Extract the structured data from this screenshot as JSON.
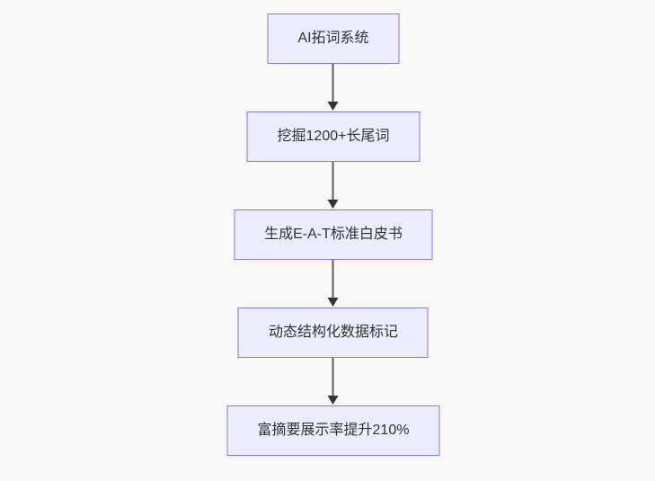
{
  "diagram": {
    "type": "flowchart",
    "direction": "top-down",
    "nodes": [
      {
        "label": "AI拓词系统"
      },
      {
        "label": "挖掘1200+长尾词"
      },
      {
        "label": "生成E-A-T标准白皮书"
      },
      {
        "label": "动态结构化数据标记"
      },
      {
        "label": "富摘要展示率提升210%"
      }
    ],
    "edges": [
      {
        "from": 0,
        "to": 1
      },
      {
        "from": 1,
        "to": 2
      },
      {
        "from": 2,
        "to": 3
      },
      {
        "from": 3,
        "to": 4
      }
    ],
    "colors": {
      "node_fill": "#ECECFF",
      "node_border": "#9370DB",
      "node_text": "#333333",
      "edge_line": "#5F5F5F",
      "arrowhead": "#333333",
      "background": "#F8F8F8"
    }
  }
}
